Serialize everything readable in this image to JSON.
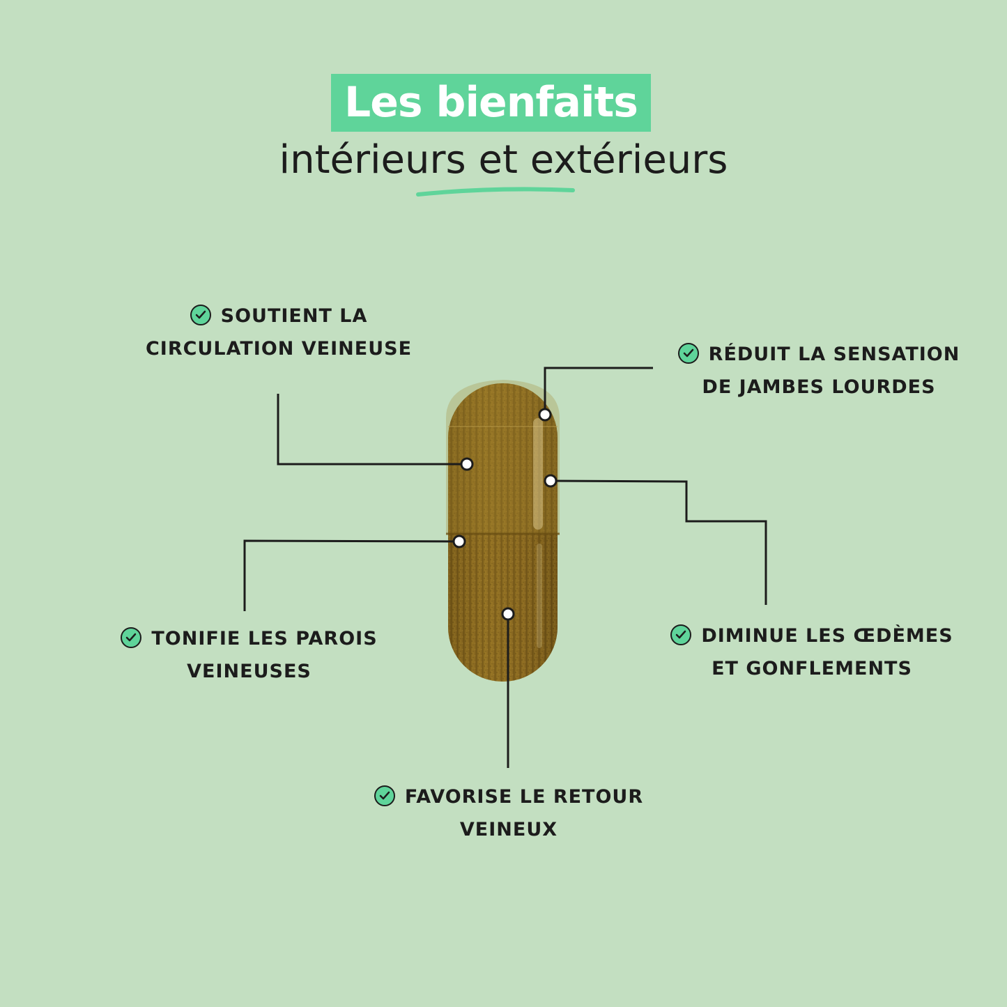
{
  "header": {
    "title": "Les bienfaits",
    "subtitle": "intérieurs et extérieurs"
  },
  "benefits": [
    {
      "line1": "SOUTIENT LA",
      "line2": "CIRCULATION VEINEUSE"
    },
    {
      "line1": "RÉDUIT LA SENSATION",
      "line2": "DE JAMBES LOURDES"
    },
    {
      "line1": "TONIFIE LES PAROIS",
      "line2": "VEINEUSES"
    },
    {
      "line1": "DIMINUE LES ŒDÈMES",
      "line2": "ET GONFLEMENTS"
    },
    {
      "line1": "FAVORISE LE RETOUR",
      "line2": "VEINEUX"
    }
  ],
  "colors": {
    "background": "#c3dfc1",
    "accent": "#5fd49a",
    "text": "#1c1c1c",
    "capsule": "#8a6a1e"
  },
  "icons": {
    "benefit_marker": "check-circle-icon",
    "product": "capsule-image"
  }
}
